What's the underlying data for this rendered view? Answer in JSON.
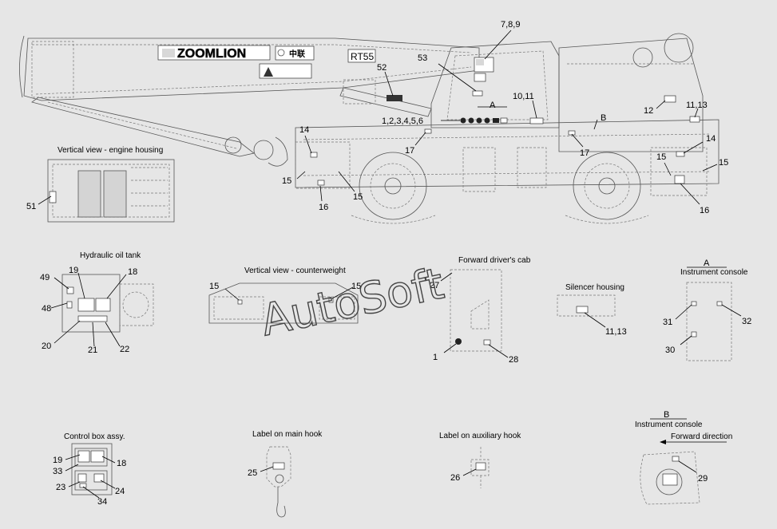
{
  "watermark": "AutoSoft",
  "crane": {
    "brand_text": "ZOOMLION",
    "brand_cn": "中联",
    "model": "RT55"
  },
  "views": {
    "engine_housing": "Vertical view - engine housing",
    "hydraulic_tank": "Hydraulic oil tank",
    "counterweight": "Vertical view - counterweight",
    "drivers_cab": "Forward driver's cab",
    "silencer": "Silencer housing",
    "console_a_letter": "A",
    "console_a": "Instrument console",
    "control_box": "Control box assy.",
    "main_hook": "Label on main hook",
    "aux_hook": "Label on auxiliary hook",
    "console_b_letter": "B",
    "console_b": "Instrument console",
    "forward_direction": "Forward direction"
  },
  "callouts": {
    "c789": "7,8,9",
    "c53": "53",
    "c52": "52",
    "c1011": "10,11",
    "cA": "A",
    "c123456": "1,2,3,4,5,6",
    "cB": "B",
    "c12": "12",
    "c1113_top": "11,13",
    "c14_left": "14",
    "c15_left": "15",
    "c15_left2": "15",
    "c16_left": "16",
    "c17_left": "17",
    "c17_right": "17",
    "c14_right": "14",
    "c15_right": "15",
    "c15_right2": "15",
    "c16_right": "16",
    "c51": "51",
    "c49": "49",
    "c48": "48",
    "c19_tank": "19",
    "c18_tank": "18",
    "c20": "20",
    "c21": "21",
    "c22": "22",
    "c15_cw1": "15",
    "c15_cw2": "15",
    "c27": "27",
    "c1_cab": "1",
    "c28": "28",
    "c1113_sil": "11,13",
    "c31": "31",
    "c32": "32",
    "c30": "30",
    "c19_box": "19",
    "c33": "33",
    "c18_box": "18",
    "c23": "23",
    "c24": "24",
    "c34": "34",
    "c25": "25",
    "c26": "26",
    "c29": "29"
  }
}
